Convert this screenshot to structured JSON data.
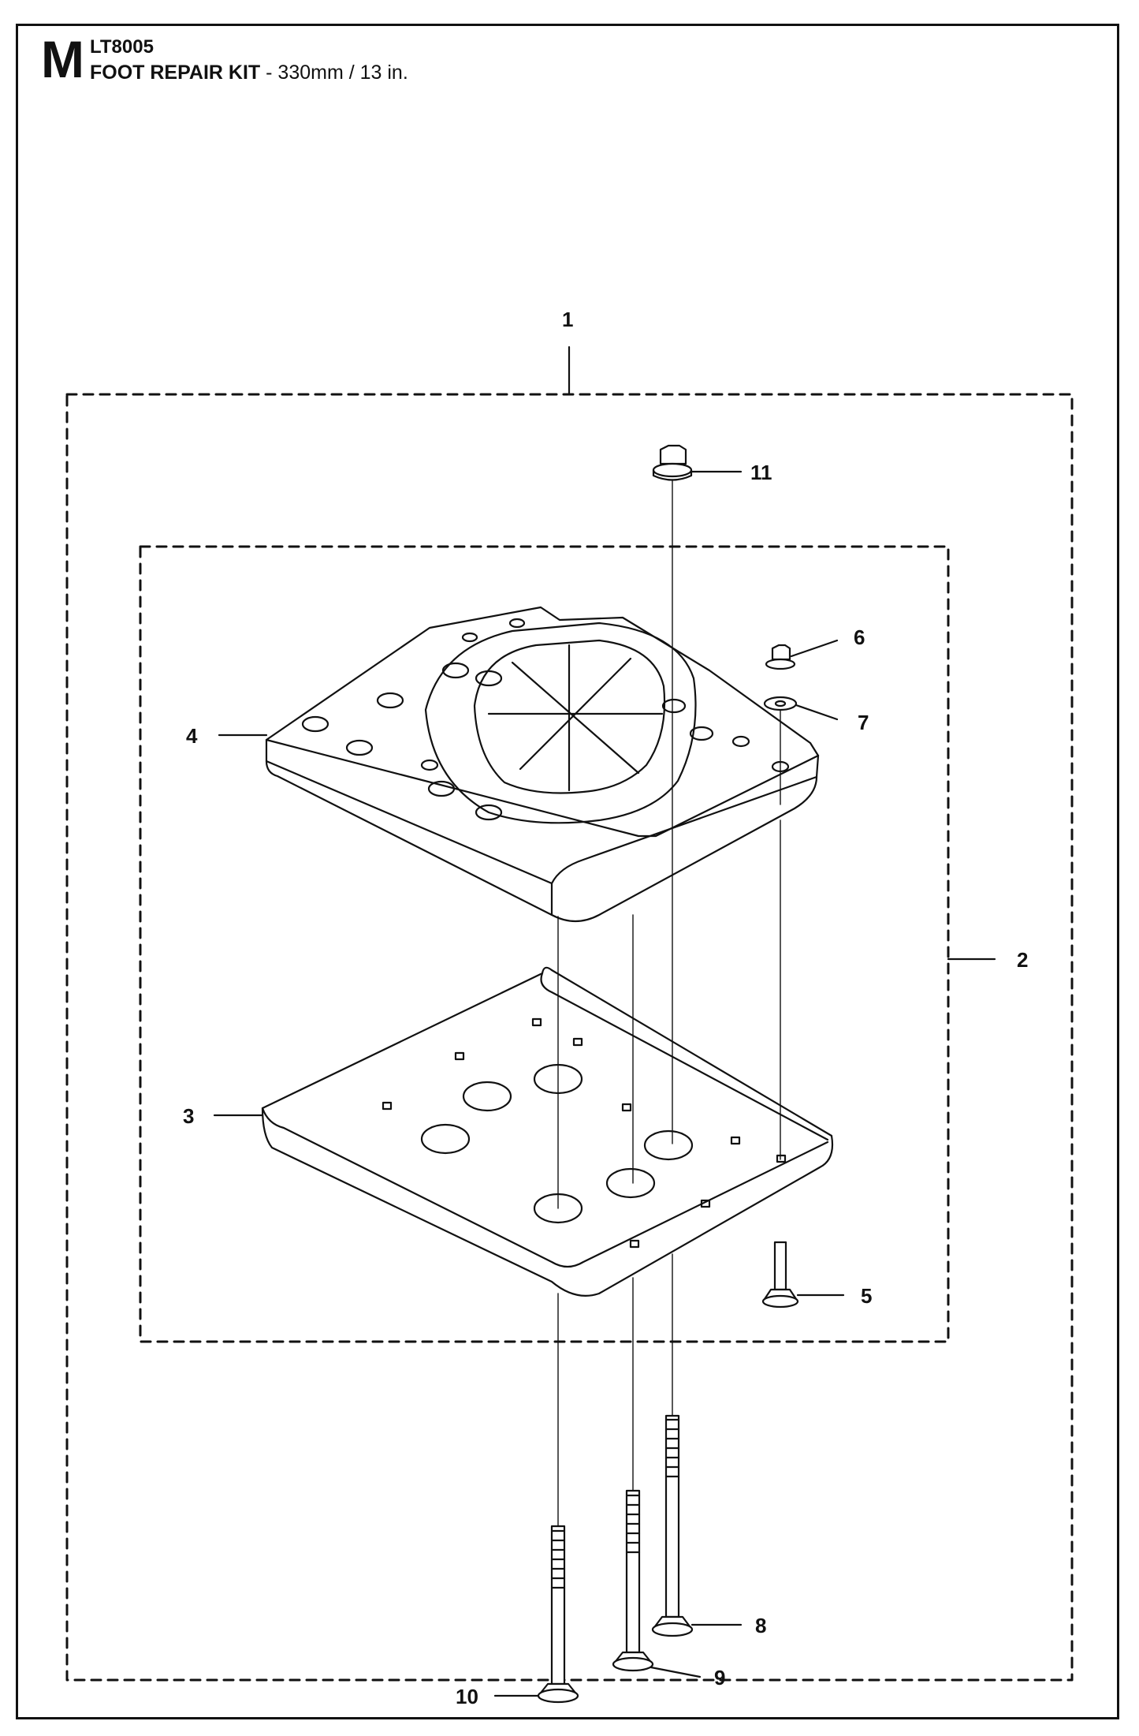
{
  "header": {
    "section_letter": "M",
    "model": "LT8005",
    "title": "FOOT REPAIR KIT",
    "size": " - 330mm / 13 in."
  },
  "callouts": [
    {
      "number": "1",
      "part": "foot-repair-kit-assembly"
    },
    {
      "number": "2",
      "part": "foot-subassembly"
    },
    {
      "number": "3",
      "part": "skid-plate"
    },
    {
      "number": "4",
      "part": "foot-body"
    },
    {
      "number": "5",
      "part": "bolt"
    },
    {
      "number": "6",
      "part": "nut"
    },
    {
      "number": "7",
      "part": "washer"
    },
    {
      "number": "8",
      "part": "bolt-long"
    },
    {
      "number": "9",
      "part": "bolt-long"
    },
    {
      "number": "10",
      "part": "bolt-long"
    },
    {
      "number": "11",
      "part": "nut"
    }
  ]
}
